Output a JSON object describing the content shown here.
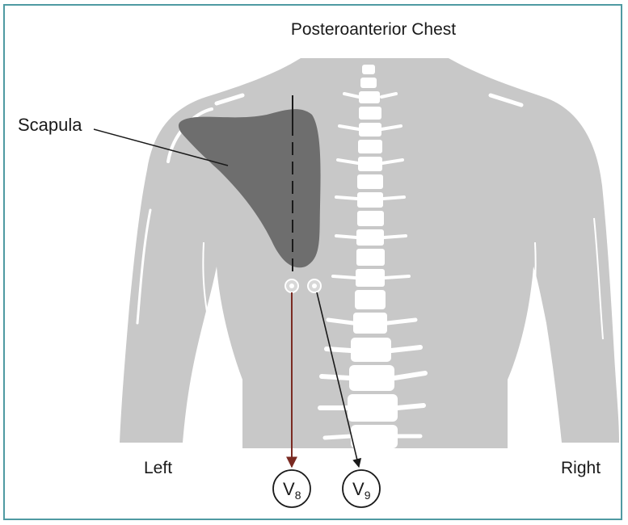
{
  "title": "Posteroanterior Chest",
  "labels": {
    "scapula": "Scapula",
    "left": "Left",
    "right": "Right"
  },
  "leads": [
    {
      "letter": "V",
      "sub": "8"
    },
    {
      "letter": "V",
      "sub": "9"
    }
  ],
  "colors": {
    "frame": "#4f9aa2",
    "body": "#c8c8c8",
    "scapula": "#6e6e6e",
    "spine": "#ffffff",
    "lead_line_v8": "#7a2a22",
    "lead_line_v9": "#1a1a1a"
  }
}
